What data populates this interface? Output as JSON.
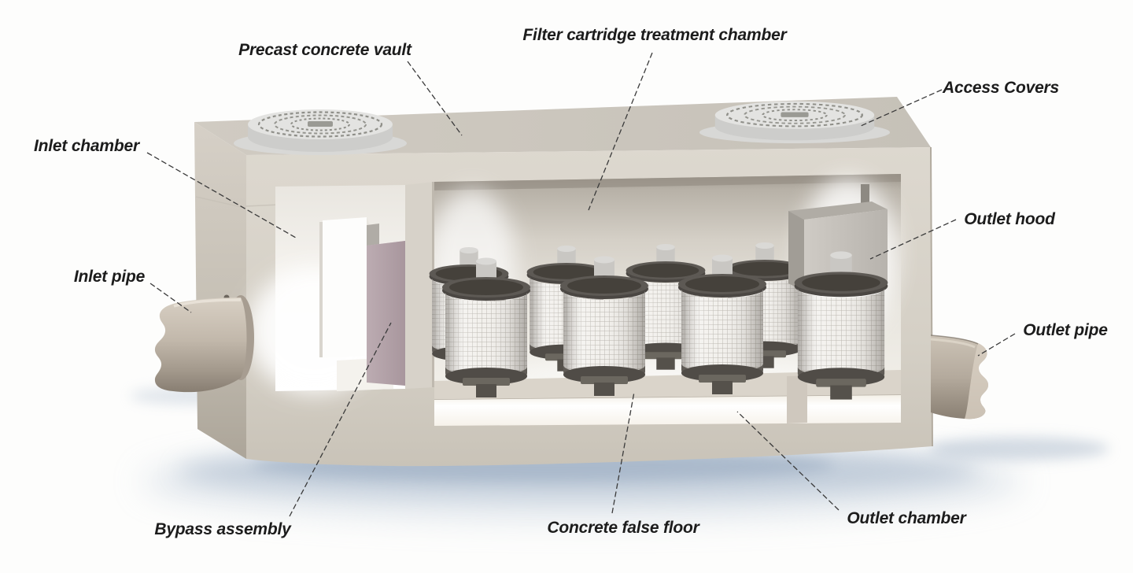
{
  "diagram": {
    "labels": {
      "precast_concrete_vault": "Precast concrete vault",
      "filter_cartridge_treatment_chamber": "Filter cartridge treatment chamber",
      "access_covers": "Access Covers",
      "inlet_chamber": "Inlet chamber",
      "inlet_pipe": "Inlet pipe",
      "outlet_hood": "Outlet hood",
      "outlet_pipe": "Outlet pipe",
      "bypass_assembly": "Bypass assembly",
      "concrete_false_floor": "Concrete false floor",
      "outlet_chamber": "Outlet chamber"
    },
    "counts": {
      "access_covers": 2,
      "filter_cartridges_front_row": 4,
      "filter_cartridges_back_row": 4
    },
    "colors": {
      "concrete_front": "#d8d3ca",
      "concrete_top": "#cbc6bd",
      "concrete_dark": "#b1aa9f",
      "interior_wall": "#e9e6df",
      "bypass_panel": "#b2a1a8",
      "cartridge_mesh": "#f2f0ec",
      "cartridge_rim": "#4b4743",
      "pipe": "#c2b8ab",
      "ground_shadow": "#a7b7ca",
      "label_text": "#1c1c1c"
    }
  }
}
